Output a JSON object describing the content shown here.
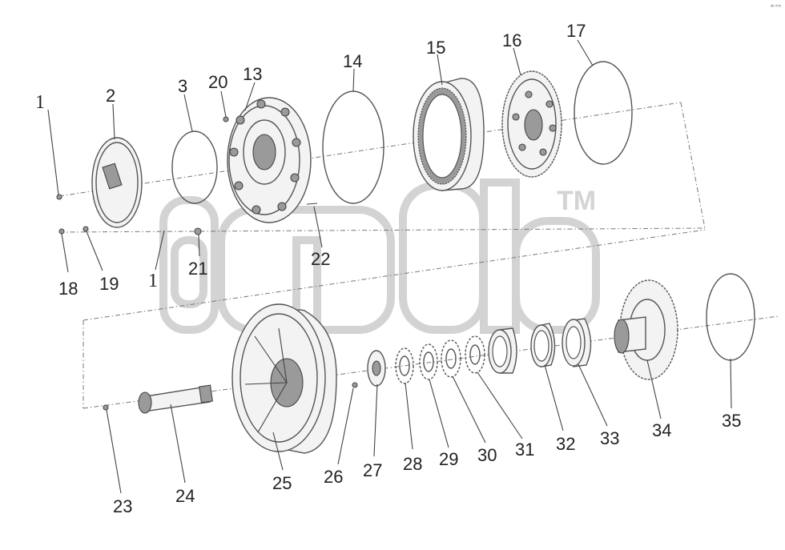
{
  "diagram": {
    "corner_mark": "ᵃᵇ ᵐᵐ",
    "watermark": {
      "letters": "amcb",
      "trademark": "TM"
    },
    "callouts": {
      "c1a": "1",
      "c1b": "1",
      "c2": "2",
      "c3": "3",
      "c13": "13",
      "c14": "14",
      "c15": "15",
      "c16": "16",
      "c17": "17",
      "c18": "18",
      "c19": "19",
      "c20": "20",
      "c21": "21",
      "c22": "22",
      "c23": "23",
      "c24": "24",
      "c25": "25",
      "c26": "26",
      "c27": "27",
      "c28": "28",
      "c29": "29",
      "c30": "30",
      "c31": "31",
      "c32": "32",
      "c33": "33",
      "c34": "34",
      "c35": "35"
    }
  }
}
